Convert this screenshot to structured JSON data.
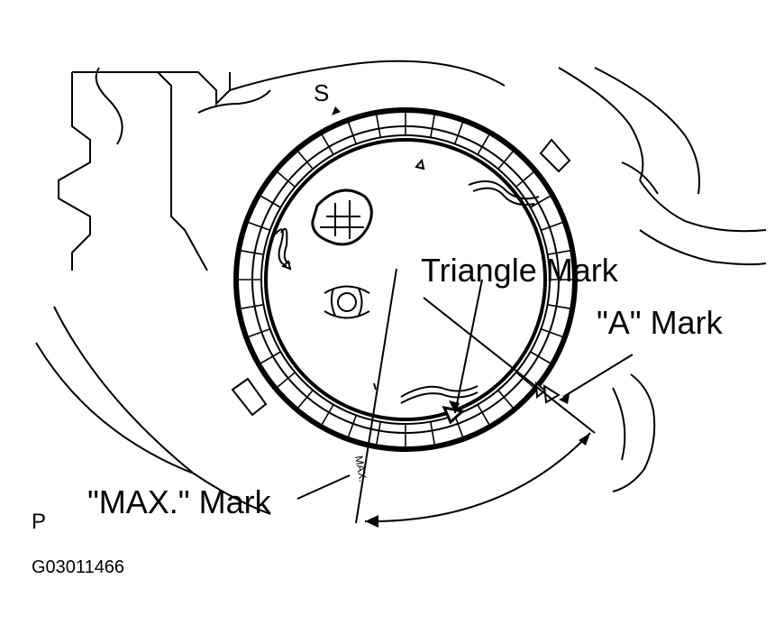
{
  "labels": {
    "s_mark": "S",
    "triangle_mark": "Triangle Mark",
    "a_mark": "\"A\" Mark",
    "max_mark": "\"MAX.\" Mark",
    "max_on_part": "MAX.",
    "corner_letter": "P",
    "figure_code": "G03011466"
  }
}
